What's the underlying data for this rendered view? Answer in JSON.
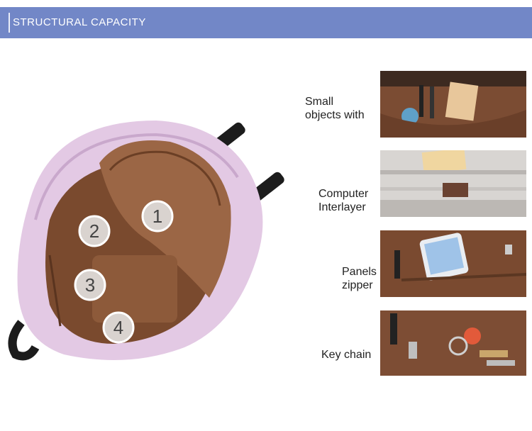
{
  "banner": {
    "title": "STRUCTURAL CAPACITY"
  },
  "hero": {
    "badges": [
      "1",
      "2",
      "3",
      "4"
    ]
  },
  "features": [
    {
      "label_line1": "Small",
      "label_line2": "objects with"
    },
    {
      "label_line1": "Computer",
      "label_line2": "Interlayer"
    },
    {
      "label_line1": "Panels",
      "label_line2": "zipper"
    },
    {
      "label_line1": "Key chain",
      "label_line2": ""
    }
  ],
  "colors": {
    "banner": "#7287c7",
    "lining": "#8a5a3c",
    "shell": "#e3c9e4"
  }
}
